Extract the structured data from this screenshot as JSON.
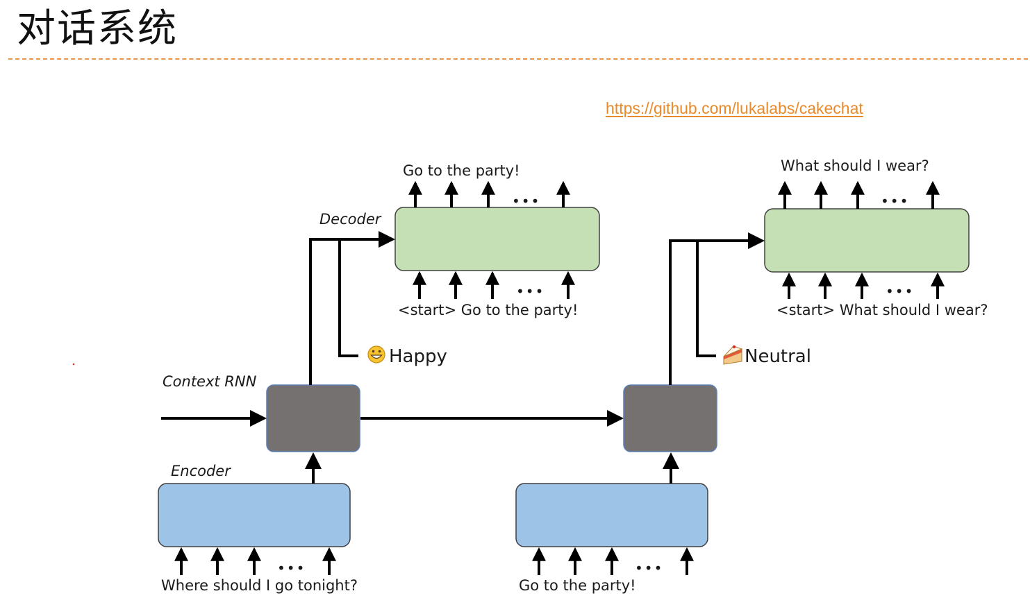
{
  "slide": {
    "title": "对话系统",
    "link": "https://github.com/lukalabs/cakechat"
  },
  "colors": {
    "encoder_fill": "#9dc3e6",
    "decoder_fill": "#c5e0b4",
    "context_fill": "#767171",
    "box_stroke": "#404040",
    "divider": "#e8944a",
    "link": "#e88a2a"
  },
  "diagram": {
    "labels": {
      "encoder": "Encoder",
      "context_rnn": "Context RNN",
      "decoder": "Decoder"
    },
    "turn1": {
      "input": "Where should I go tonight?",
      "decoder_input": "<start> Go to the party!",
      "output": "Go to the party!",
      "emotion": "Happy",
      "emotion_icon": "grinning-face-icon"
    },
    "turn2": {
      "input": "Go to the party!",
      "decoder_input": "<start> What should I wear?",
      "output": "What should I wear?",
      "emotion": "Neutral",
      "emotion_icon": "cake-icon"
    },
    "ellipsis": "•••"
  }
}
